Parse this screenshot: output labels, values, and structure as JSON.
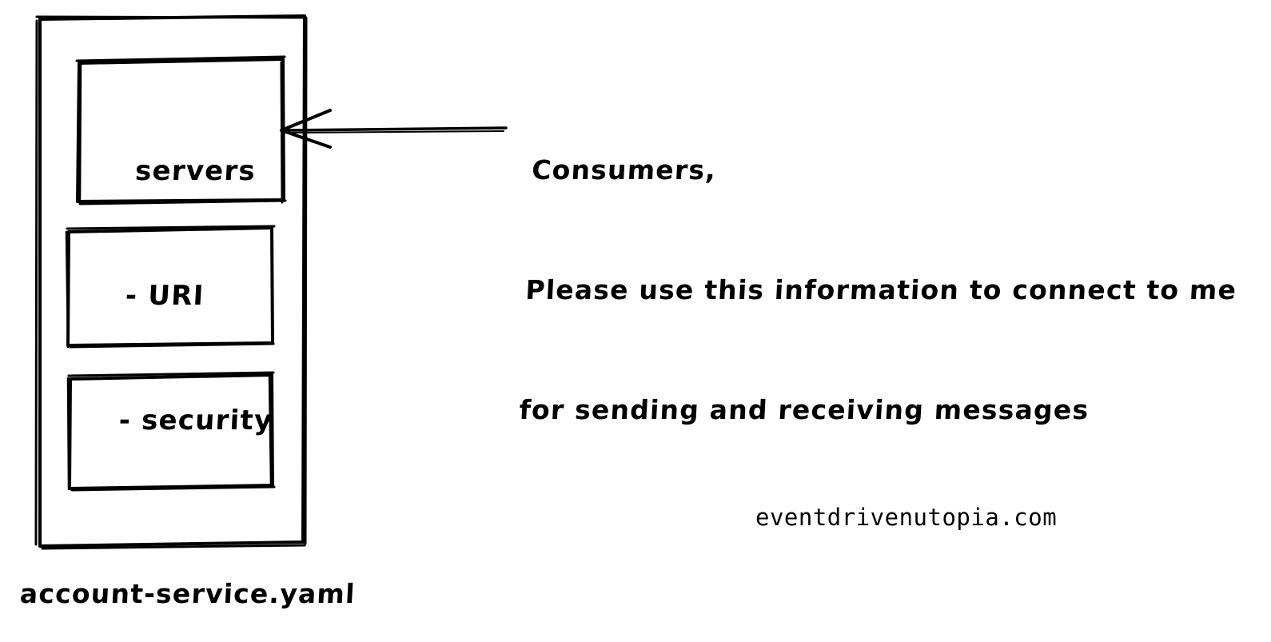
{
  "diagram": {
    "style": "hand-drawn sketch",
    "background_color": "#ffffff",
    "stroke_color": "#000000",
    "caption": "account-service.yaml",
    "watermark": "eventdrivenutopia.com",
    "container": {
      "name": "account-service document outline",
      "sections": [
        {
          "id": "servers-section",
          "title": "servers",
          "items": [
            "- URI",
            "- security"
          ]
        },
        {
          "id": "section-2",
          "title": "",
          "items": []
        },
        {
          "id": "section-3",
          "title": "",
          "items": []
        }
      ]
    },
    "annotation": {
      "target": "servers-section",
      "arrow": "arrow-pointing-left",
      "lines": [
        "Consumers,",
        "Please use this information to connect to me",
        "for sending and receiving messages"
      ]
    }
  }
}
